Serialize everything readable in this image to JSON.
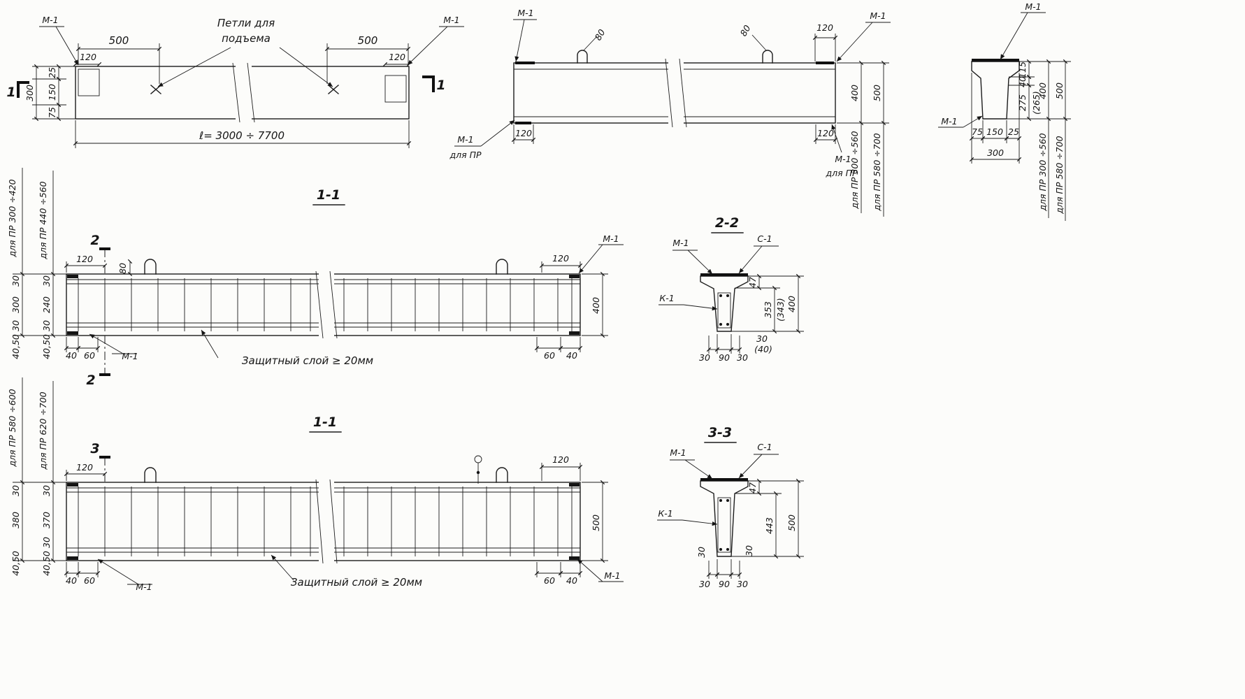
{
  "colors": {
    "ink": "#1c1c1c",
    "paper": "#fcfcfa"
  },
  "plan": {
    "m1_left": "М-1",
    "m1_right": "М-1",
    "loops_label_1": "Петли для",
    "loops_label_2": "подъема",
    "dim_500_l": "500",
    "dim_120_l": "120",
    "dim_500_r": "500",
    "dim_120_r": "120",
    "dim_25": "25",
    "dim_300": "300",
    "dim_150": "150",
    "dim_75": "75",
    "dim_length": "ℓ= 3000 ÷ 7700",
    "mark_1a": "1",
    "mark_1b": "1"
  },
  "side": {
    "m1_tl": "М-1",
    "m1_tr": "М-1",
    "m1_bl": "М-1",
    "pr_bl": "для ПР",
    "m1_br": "М-1",
    "pr_br": "для ПР",
    "dim_80_l": "80",
    "dim_80_r": "80",
    "dim_120_tr": "120",
    "dim_120_bl": "120",
    "dim_120_br": "120",
    "dim_400": "400",
    "dim_500": "500",
    "pr_range_1": "для ПР 300 ÷560",
    "pr_range_2": "для ПР 580 ÷700"
  },
  "xsec": {
    "m1_top": "М-1",
    "m1_bot": "М-1",
    "dim_115": "115",
    "dim_40": "40",
    "dim_275": "275",
    "dim_265": "(265)",
    "dim_400": "400",
    "dim_500": "500",
    "pr_range_1": "для ПР 300 ÷560",
    "pr_range_2": "для ПР 580 ÷700",
    "dim_75": "75",
    "dim_150": "150",
    "dim_25": "25",
    "dim_300": "300"
  },
  "s11_top": {
    "title": "1-1",
    "mark_2_top": "2",
    "mark_2_bot": "2",
    "dim_120_tl": "120",
    "dim_80": "80",
    "m1_tr": "М-1",
    "dim_120_tr": "120",
    "dim_400": "400",
    "dim_40_bl": "40",
    "dim_60_bl": "60",
    "m1_bl": "М-1",
    "cover_note": "Защитный слой ≥ 20мм",
    "dim_60_br": "60",
    "dim_40_br": "40",
    "col1_range": "для ПР 300 ÷420",
    "col2_range": "для ПР 440 ÷560",
    "col1_d1": "30",
    "col1_d2": "300",
    "col1_d3": "30",
    "col1_d4": "40,50",
    "col2_d1": "30",
    "col2_d2": "240",
    "col2_d3": "30",
    "col2_d4": "40,50"
  },
  "s22": {
    "title": "2-2",
    "m1": "М-1",
    "c1": "С-1",
    "k1": "К-1",
    "dim_47": "47",
    "dim_353": "353",
    "dim_343": "(343)",
    "dim_400": "400",
    "dim_30_l": "30",
    "dim_40_l": "(40)",
    "dim_b1": "30",
    "dim_b2": "90",
    "dim_b3": "30"
  },
  "s11_bot": {
    "title": "1-1",
    "mark_3_top": "3",
    "dim_120_tl": "120",
    "dim_120_tr": "120",
    "dim_500": "500",
    "dim_40_bl": "40",
    "dim_60_bl": "60",
    "m1_bl": "М-1",
    "cover_note": "Защитный слой ≥ 20мм",
    "dim_60_br": "60",
    "dim_40_br": "40",
    "m1_br": "М-1",
    "col1_range": "для ПР 580 ÷600",
    "col2_range": "для ПР 620 ÷700",
    "col1_d1": "30",
    "col1_d2": "380",
    "col1_d3": "40,50",
    "col2_d1": "30",
    "col2_d2": "370",
    "col2_d3": "30",
    "col2_d4": "40,50"
  },
  "s33": {
    "title": "3-3",
    "m1": "М-1",
    "c1": "С-1",
    "k1": "К-1",
    "dim_47": "47",
    "dim_443": "443",
    "dim_500": "500",
    "dim_30_l": "30",
    "dim_30_r": "30",
    "dim_b1": "30",
    "dim_b2": "90",
    "dim_b3": "30"
  }
}
